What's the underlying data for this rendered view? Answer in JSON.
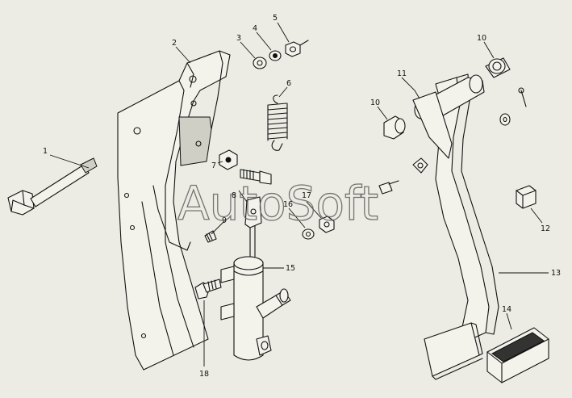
{
  "diagram": {
    "watermark": "AutoSoft",
    "callouts": [
      {
        "id": "c1",
        "text": "1"
      },
      {
        "id": "c2",
        "text": "2"
      },
      {
        "id": "c3",
        "text": "3"
      },
      {
        "id": "c4",
        "text": "4"
      },
      {
        "id": "c5",
        "text": "5"
      },
      {
        "id": "c6",
        "text": "6"
      },
      {
        "id": "c7",
        "text": "7"
      },
      {
        "id": "c8",
        "text": "8"
      },
      {
        "id": "c9",
        "text": "9"
      },
      {
        "id": "c10a",
        "text": "10"
      },
      {
        "id": "c10b",
        "text": "10"
      },
      {
        "id": "c11",
        "text": "11"
      },
      {
        "id": "c12",
        "text": "12"
      },
      {
        "id": "c13",
        "text": "13"
      },
      {
        "id": "c14",
        "text": "14"
      },
      {
        "id": "c15",
        "text": "15"
      },
      {
        "id": "c16",
        "text": "16"
      },
      {
        "id": "c17",
        "text": "17"
      },
      {
        "id": "c18",
        "text": "18"
      }
    ]
  }
}
